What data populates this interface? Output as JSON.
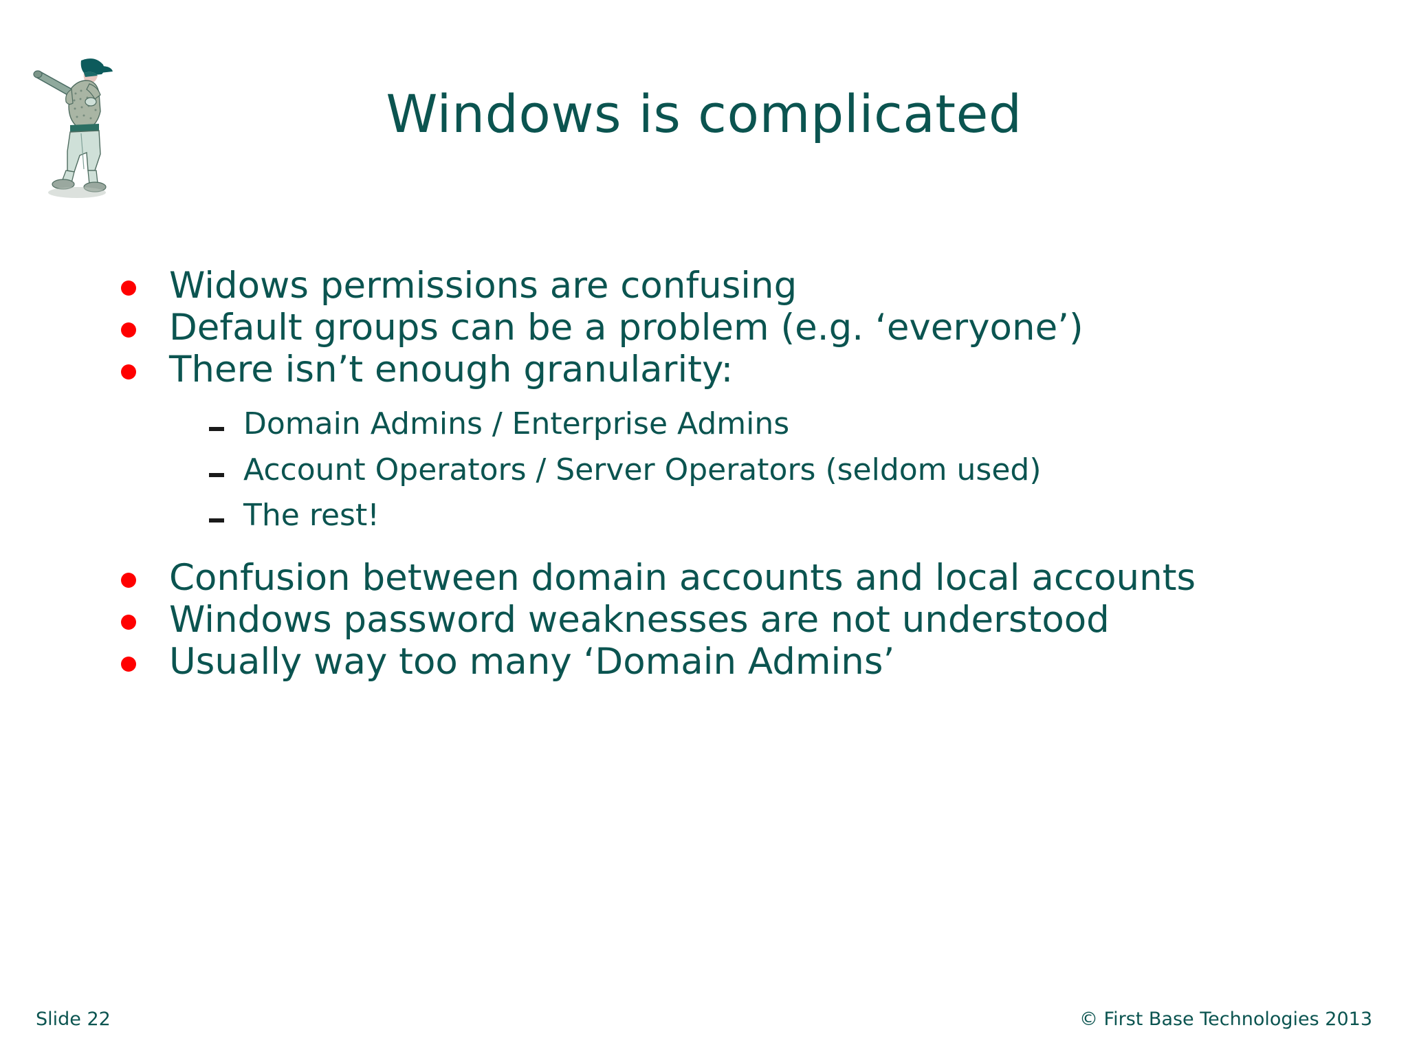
{
  "slide": {
    "title": "Windows is complicated",
    "logo_icon": "baseball-batter-illustration",
    "accent_bullet_color": "#FF0000",
    "text_color": "#0B5450",
    "background_color": "#FFFFFF"
  },
  "bullets": [
    {
      "text": "Widows permissions are confusing",
      "sub": []
    },
    {
      "text": "Default groups can be a problem (e.g. ‘everyone’)",
      "sub": []
    },
    {
      "text": "There isn’t enough granularity:",
      "sub": [
        "Domain Admins / Enterprise Admins",
        "Account Operators / Server Operators (seldom used)",
        "The rest!"
      ]
    },
    {
      "text": "Confusion between domain accounts and local accounts",
      "sub": []
    },
    {
      "text": "Windows password weaknesses are not understood",
      "sub": []
    },
    {
      "text": "Usually way too many ‘Domain Admins’",
      "sub": []
    }
  ],
  "footer": {
    "slide_number": "Slide 22",
    "copyright": "© First Base Technologies 2013"
  }
}
